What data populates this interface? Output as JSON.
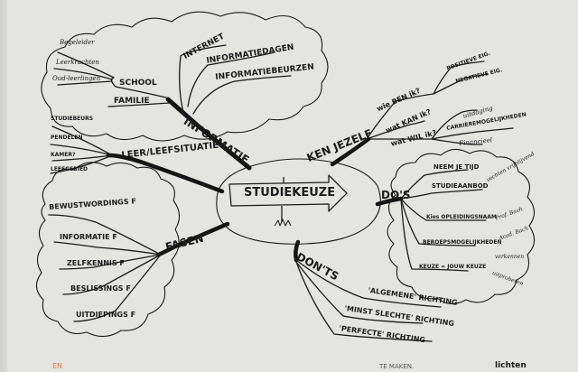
{
  "center": {
    "title": "STUDIEKEUZE"
  },
  "informatie": {
    "label": "INFORMATIE",
    "school": "SCHOOL",
    "familie": "FAMILIE",
    "school_items": [
      "Begeleider",
      "Leerkrachten",
      "Oud-leerlingen"
    ],
    "items": [
      "INTERNET",
      "INFORMATIEDAGEN",
      "INFORMATIEBEURZEN"
    ]
  },
  "kenjezelf": {
    "label": "KEN JEZELF",
    "questions": [
      "wie BEN ik?",
      "wat KAN ik?",
      "wat WIL ik?"
    ],
    "wie_items": [
      "POSITIEVE EIG.",
      "NEGATIEVE EIG."
    ],
    "wil_items": [
      "uitdaging",
      "CARRIÈREMOGELIJKHEDEN",
      "Financieel"
    ]
  },
  "leer": {
    "label": "LEER/LEEFSITUATIE",
    "items": [
      "STUDIEBEURS",
      "PENDELEN",
      "KAMER?",
      "LEEFGEBIED"
    ]
  },
  "fasen": {
    "label": "FASEN",
    "items": [
      "BEWUSTWORDINGS F",
      "INFORMATIE F",
      "ZELFKENNIS F",
      "BESLISSINGS F",
      "UITDIEPINGS F"
    ]
  },
  "dos": {
    "label": "DO'S",
    "items": [
      "NEEM JE TIJD",
      "STUDIEAANBOD",
      "Kies OPLEIDINGSNAAM",
      "BEROEPSMOGELIJKHEDEN",
      "KEUZE = JOUW KEUZE"
    ],
    "side_notes": [
      "vechten vrijblijvend",
      "Prof. Bach",
      "Acad. Bach",
      "verkennen",
      "uitproberen"
    ]
  },
  "donts": {
    "label": "DON'TS",
    "items": [
      "'ALGEMENE' RICHTING",
      "'MINST SLECHTE' RICHTING",
      "'PERFECTE' RICHTING"
    ]
  },
  "footer": {
    "left_text": "EN",
    "mid_text": "TE MAKEN.",
    "right_text": "lichten"
  },
  "colors": {
    "paper": "#e4e4e1",
    "ink": "#1b1b1b",
    "footer_orange": "#e07a3a"
  }
}
